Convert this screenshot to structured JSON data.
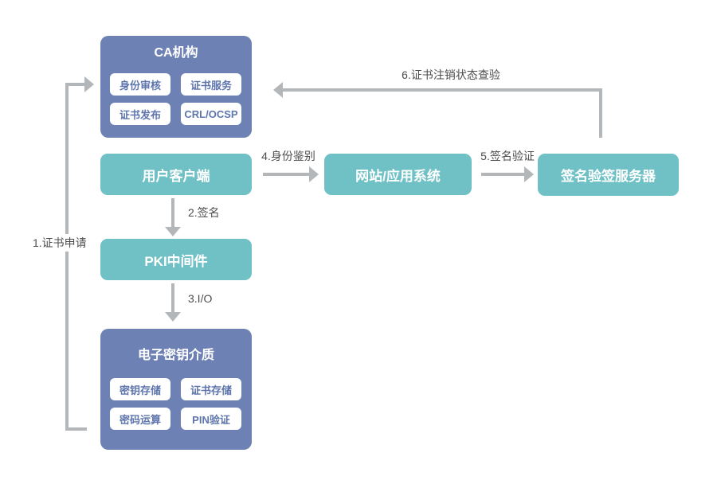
{
  "diagram": {
    "nodes": {
      "ca": {
        "title": "CA机构",
        "children": [
          "身份审核",
          "证书服务",
          "证书发布",
          "CRL/OCSP"
        ]
      },
      "user_client": {
        "title": "用户客户端"
      },
      "web_app": {
        "title": "网站/应用系统"
      },
      "sign_server": {
        "title": "签名验签服务器"
      },
      "pki_middleware": {
        "title": "PKI中间件"
      },
      "key_media": {
        "title": "电子密钥介质",
        "children": [
          "密钥存储",
          "证书存储",
          "密码运算",
          "PIN验证"
        ]
      }
    },
    "flows": {
      "f1": {
        "label": "1.证书申请"
      },
      "f2": {
        "label": "2.签名"
      },
      "f3": {
        "label": "3.I/O"
      },
      "f4": {
        "label": "4.身份鉴别"
      },
      "f5": {
        "label": "5.签名验证"
      },
      "f6": {
        "label": "6.证书注销状态查验"
      }
    },
    "colors": {
      "node_blue": "#6e81b5",
      "node_teal": "#6fc1c5",
      "subnode_bg": "#ffffff",
      "subnode_text": "#5e75ad",
      "arrow": "#b4b7b9",
      "flow_label": "#4d4d4d",
      "background": "#ffffff"
    }
  }
}
